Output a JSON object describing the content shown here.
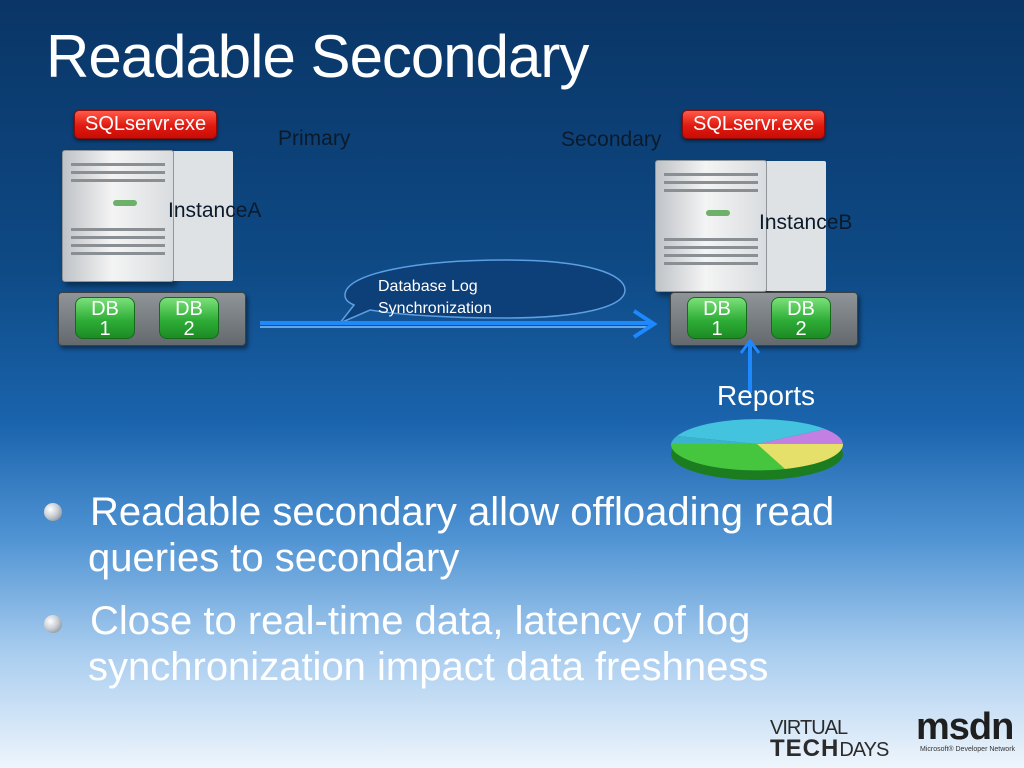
{
  "title": "Readable Secondary",
  "primary": {
    "process": "SQLservr.exe",
    "role": "Primary",
    "instance": "InstanceA",
    "databases": [
      {
        "line1": "DB",
        "line2": "1"
      },
      {
        "line1": "DB",
        "line2": "2"
      }
    ]
  },
  "secondary": {
    "process": "SQLservr.exe",
    "role": "Secondary",
    "instance": "InstanceB",
    "databases": [
      {
        "line1": "DB",
        "line2": "1"
      },
      {
        "line1": "DB",
        "line2": "2"
      }
    ]
  },
  "sync": {
    "line1": "Database Log",
    "line2": "Synchronization"
  },
  "reports": "Reports",
  "bullets": [
    {
      "line1": "Readable secondary allow offloading read",
      "line2": "queries to secondary"
    },
    {
      "line1": "Close to real-time data, latency of log",
      "line2": "synchronization impact data freshness"
    }
  ],
  "logos": {
    "virtual": "VIRTUAL",
    "tech": "TECH",
    "days": "DAYS",
    "msdn": "msdn",
    "msdn_sub": "Microsoft® Developer Network"
  },
  "colors": {
    "process_red": "#e01a10",
    "db_green": "#2fae37",
    "arrow_blue": "#1e88ff"
  }
}
